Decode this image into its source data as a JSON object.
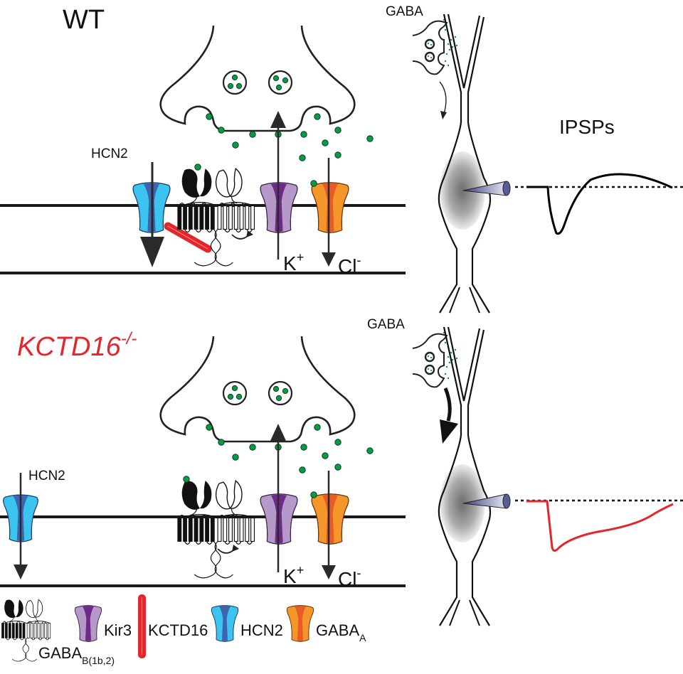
{
  "panels": {
    "wt": {
      "title": "WT",
      "hcn2_label": "HCN2",
      "k_label": "K",
      "k_sup": "+",
      "cl_label": "Cl",
      "cl_sup": "-",
      "gaba_label": "GABA",
      "ipsp_title": "IPSPs"
    },
    "ko": {
      "title": "KCTD16",
      "title_sup": "-/-",
      "hcn2_label": "HCN2",
      "k_label": "K",
      "k_sup": "+",
      "cl_label": "Cl",
      "cl_sup": "-",
      "gaba_label": "GABA"
    }
  },
  "legend": {
    "gabab": "GABA",
    "gabab_sub": "B(1b,2)",
    "kir3": "Kir3",
    "kctd16": "KCTD16",
    "hcn2": "HCN2",
    "gabaa": "GABA",
    "gabaa_sub": "A"
  },
  "colors": {
    "kir3_light": "#b59ac9",
    "kir3_dark": "#6d2a86",
    "hcn2_light": "#3bc4ef",
    "hcn2_dark": "#3f64ae",
    "gabaa_light": "#f5962a",
    "gabaa_dark": "#e85a26",
    "kctd16": "#e4262b",
    "gaba": "#0a9a46",
    "ko_title": "#e4262b",
    "ko_trace": "#e4262b",
    "wt_trace": "#000000"
  }
}
